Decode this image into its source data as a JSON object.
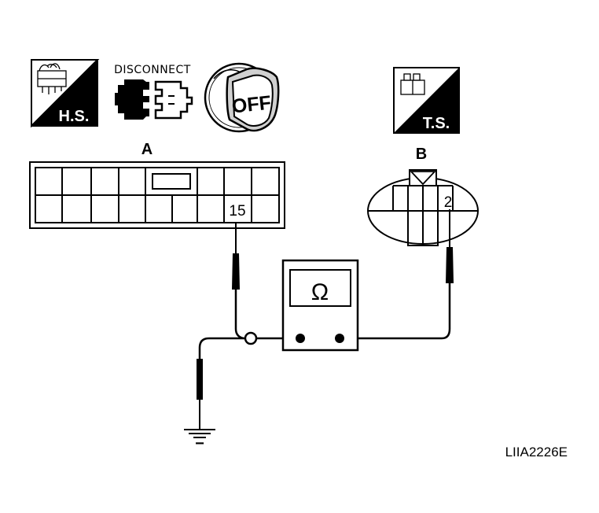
{
  "badges": {
    "hs": "H.S.",
    "ts": "T.S."
  },
  "disconnect_label": "DISCONNECT",
  "ignition_state": "OFF",
  "connectors": {
    "a": {
      "label": "A",
      "terminal": "15"
    },
    "b": {
      "label": "B",
      "terminal": "2"
    }
  },
  "meter_symbol": "Ω",
  "ground_sign": "−",
  "figure_id": "LIIA2226E",
  "icons": [
    "harness-side-icon",
    "terminal-side-icon",
    "disconnect-connector-icon",
    "ignition-key-icon",
    "ohmmeter-icon",
    "ground-icon",
    "probe-icon"
  ]
}
